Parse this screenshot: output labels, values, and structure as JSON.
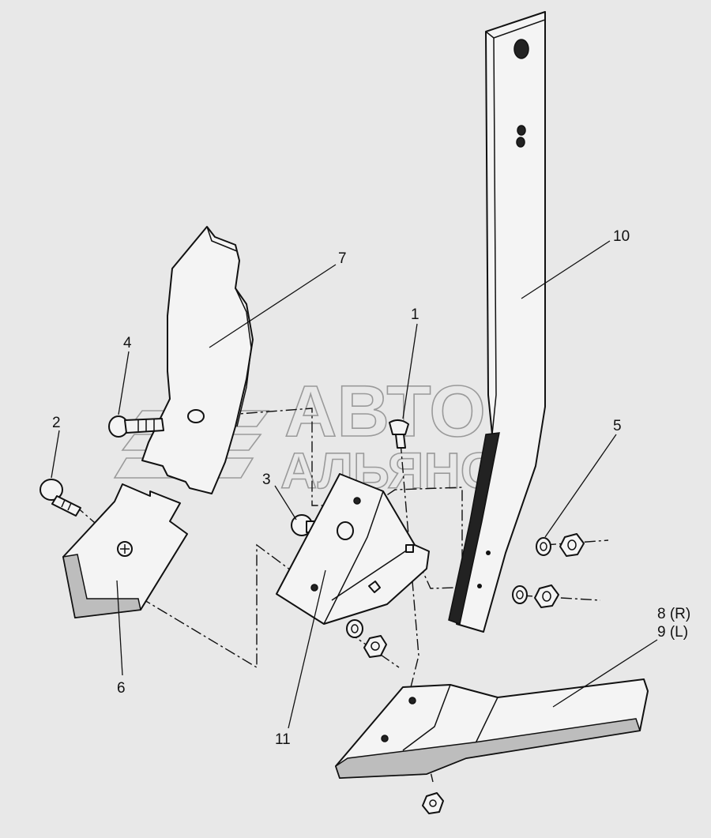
{
  "watermark": {
    "line1": "АВТО",
    "line2": "АЛЬЯНС"
  },
  "callouts": [
    {
      "id": "1",
      "label": "1"
    },
    {
      "id": "2",
      "label": "2"
    },
    {
      "id": "3",
      "label": "3"
    },
    {
      "id": "4",
      "label": "4"
    },
    {
      "id": "5",
      "label": "5"
    },
    {
      "id": "6",
      "label": "6"
    },
    {
      "id": "7",
      "label": "7"
    },
    {
      "id": "8",
      "label": "8 (R)"
    },
    {
      "id": "9",
      "label": "9 (L)"
    },
    {
      "id": "10",
      "label": "10"
    },
    {
      "id": "11",
      "label": "11"
    }
  ]
}
